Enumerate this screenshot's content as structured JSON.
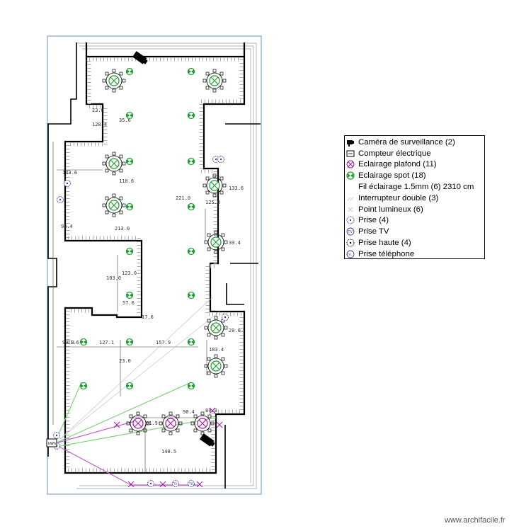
{
  "plan": {
    "dimensions": [
      "128.4",
      "143.6",
      "221.0",
      "133.6",
      "94.4",
      "213.0",
      "103.0",
      "123.0",
      "17.6",
      "90.9",
      "127.1",
      "157.9",
      "29.0",
      "23.0",
      "91.9",
      "90.4",
      "140.5",
      "183.4",
      "33.4",
      "80.3",
      "35.6",
      "23.8",
      "110.6",
      "125.0",
      "57.6",
      "71.6"
    ]
  },
  "legend": {
    "items": [
      {
        "icon": "camera-icon",
        "label": "Caméra de surveillance (2)"
      },
      {
        "icon": "meter-icon",
        "label": "Compteur électrique"
      },
      {
        "icon": "ceiling-light-icon",
        "label": "Eclairage plafond (11)"
      },
      {
        "icon": "spot-light-icon",
        "label": "Eclairage spot (18)"
      },
      {
        "icon": "wire-icon",
        "label": "Fil éclairage 1.5mm (6) 2310 cm"
      },
      {
        "icon": "double-switch-icon",
        "label": "Interrupteur double (3)"
      },
      {
        "icon": "light-point-icon",
        "label": "Point lumineux (6)"
      },
      {
        "icon": "socket-icon",
        "label": "Prise (4)"
      },
      {
        "icon": "tv-socket-icon",
        "label": "Prise TV"
      },
      {
        "icon": "high-socket-icon",
        "label": "Prise haute (4)"
      },
      {
        "icon": "phone-socket-icon",
        "label": "Prise téléphone"
      }
    ]
  },
  "icon_label": {
    "tv": "TV",
    "phone": "TEL",
    "meter": "kWh"
  },
  "watermark": "www.archifacile.fr",
  "colors": {
    "spot": "#1a9e2e",
    "ceiling": "#a01a9e",
    "wire_green": "#7ed37a",
    "wire_purple": "#c060d0",
    "socket": "#3a3aa0",
    "wall": "#000000",
    "frame": "#6b8fb5"
  }
}
